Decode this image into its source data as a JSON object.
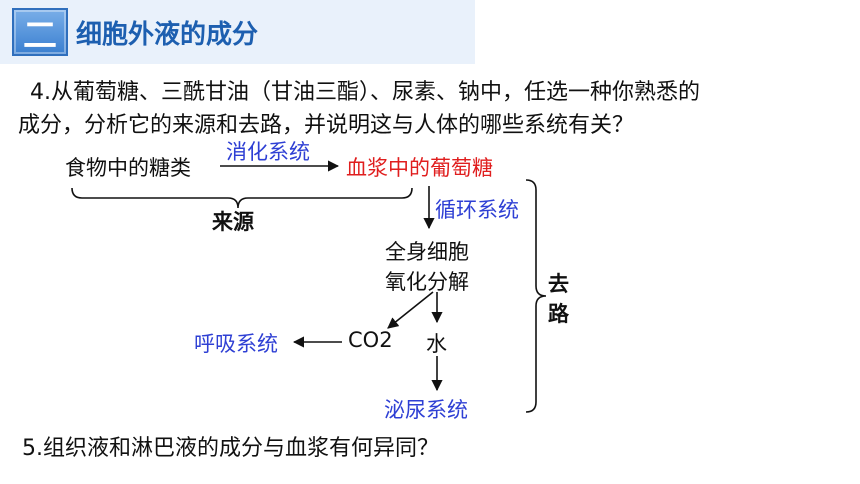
{
  "header": {
    "section_number": "二",
    "section_title": "细胞外液的成分"
  },
  "question4": {
    "line1": "4.从葡萄糖、三酰甘油（甘油三酯）、尿素、钠中，任选一种你熟悉的",
    "line2": "成分，分析它的来源和去路，并说明这与人体的哪些系统有关？"
  },
  "diagram": {
    "food_sugar": "食物中的糖类",
    "digestive_system": "消化系统",
    "plasma_glucose": "血浆中的葡萄糖",
    "source_label": "来源",
    "circulatory_system": "循环系统",
    "oxidation_line1": "全身细胞",
    "oxidation_line2": "氧化分解",
    "respiratory_system": "呼吸系统",
    "co2": "CO2",
    "water": "水",
    "urinary_system": "泌尿系统",
    "destination_char1": "去",
    "destination_char2": "路"
  },
  "question5": {
    "text": "5.组织液和淋巴液的成分与血浆有何异同？"
  },
  "colors": {
    "system_blue": "#2e3fd4",
    "glucose_red": "#e01e1e",
    "header_blue": "#1d5fb0"
  }
}
